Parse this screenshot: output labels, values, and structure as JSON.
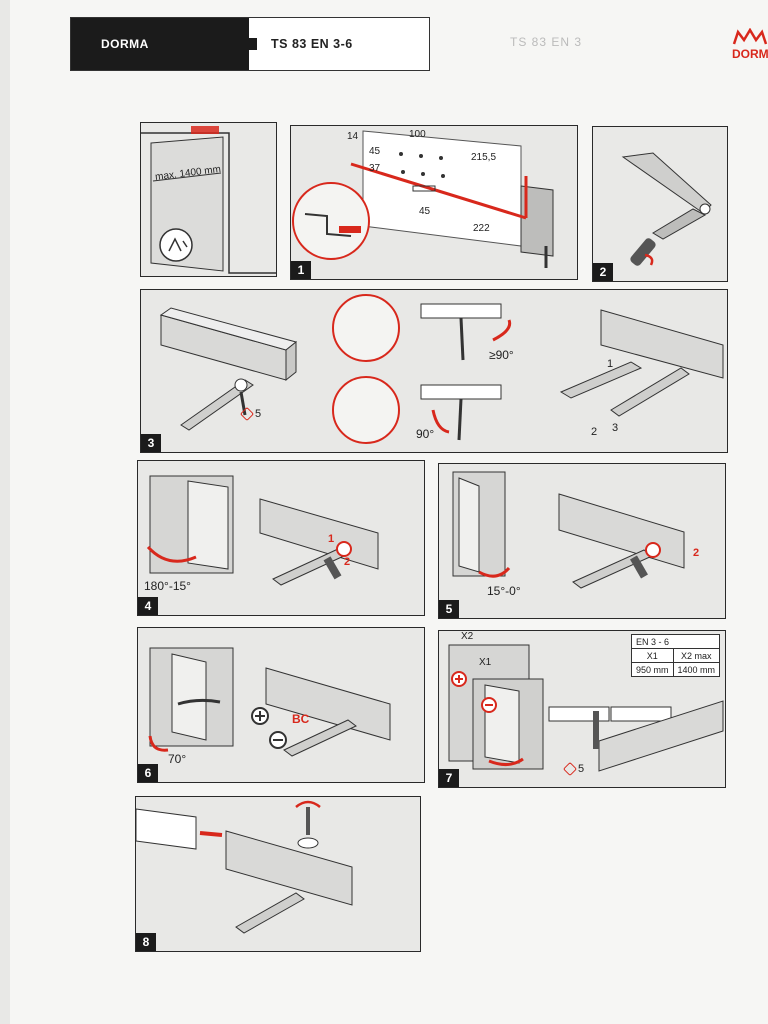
{
  "header": {
    "brand": "DORMA",
    "model": "TS 83 EN 3-6"
  },
  "logo": {
    "word": "DORMA"
  },
  "ghost_text": "TS 83 EN 3",
  "colors": {
    "accent_red": "#d8281c",
    "ink": "#1b1b1b",
    "panel_bg": "#e6e6e4"
  },
  "panels": {
    "p0": {
      "max_width_label": "max. 1400 mm"
    },
    "p1": {
      "number": "1",
      "dims": {
        "d14": "14",
        "d45a": "45",
        "d37": "37",
        "d100": "100",
        "d215": "215,5",
        "d45b": "45",
        "d222": "222"
      }
    },
    "p2": {
      "number": "2"
    },
    "p3": {
      "number": "3",
      "angle_ge90": "≥90°",
      "angle_90": "90°",
      "hex_size": "5",
      "steps": [
        "1",
        "2",
        "3"
      ]
    },
    "p4": {
      "number": "4",
      "angle": "180°-15°",
      "steps": [
        "1",
        "2"
      ]
    },
    "p5": {
      "number": "5",
      "angle": "15°-0°",
      "step": "2"
    },
    "p6": {
      "number": "6",
      "angle": "70°",
      "bc_label": "BC"
    },
    "p7": {
      "number": "7",
      "x1": "X1",
      "x2": "X2",
      "hex_size": "5",
      "table": {
        "title": "EN 3 - 6",
        "headers": [
          "X1",
          "X2 max"
        ],
        "values": [
          "950 mm",
          "1400 mm"
        ]
      }
    },
    "p8": {
      "number": "8"
    }
  }
}
